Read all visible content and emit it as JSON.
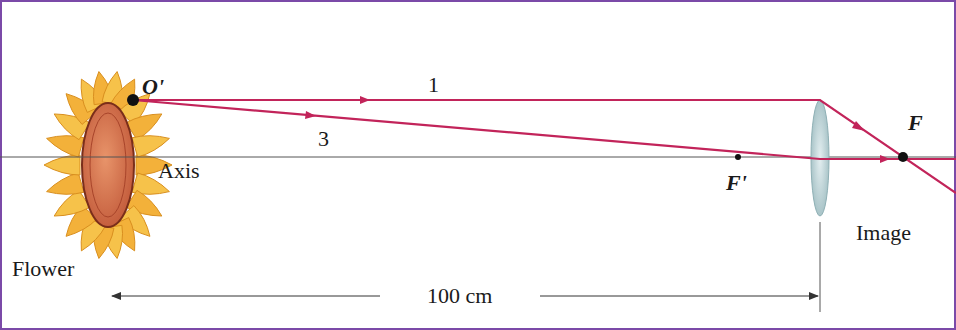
{
  "diagram": {
    "labels": [
      "O'",
      "1",
      "Axis",
      "3",
      "F'",
      "F",
      "Image",
      "Flower",
      "100 cm"
    ]
  }
}
